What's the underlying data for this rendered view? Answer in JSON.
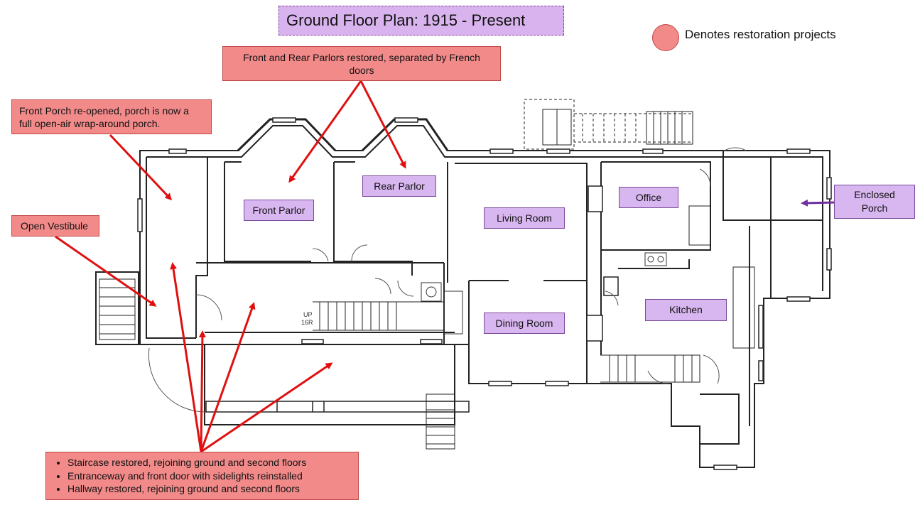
{
  "title": "Ground Floor Plan: 1915 - Present",
  "legend": {
    "label": "Denotes restoration projects",
    "color": "#f38a8a"
  },
  "notes": {
    "parlors": "Front and Rear Parlors restored, separated by French doors",
    "porch": "Front Porch re-opened, porch is now a full open-air wrap-around porch.",
    "vestibule": "Open Vestibule",
    "bottom": [
      "Staircase restored, rejoining ground and second floors",
      "Entranceway and front door with sidelights reinstalled",
      "Hallway restored, rejoining ground and second floors"
    ]
  },
  "rooms": {
    "front_parlor": "Front Parlor",
    "rear_parlor": "Rear Parlor",
    "living_room": "Living Room",
    "office": "Office",
    "enclosed_porch": "Enclosed Porch",
    "dining_room": "Dining Room",
    "kitchen": "Kitchen"
  },
  "stair_label": {
    "up": "UP",
    "risers": "16R"
  },
  "colors": {
    "restoration": "#f38a8a",
    "room_label": "#d8b6ef",
    "title_bg": "#d9b3ee",
    "arrow_red": "#e01010",
    "arrow_purple": "#7030a0"
  }
}
